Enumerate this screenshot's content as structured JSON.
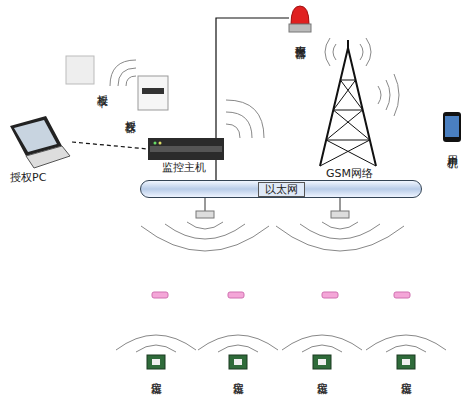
{
  "diagram": {
    "nodes": [
      {
        "text": [
          "授权卡"
        ]
      },
      {
        "text": [
          "授权器"
        ]
      },
      {
        "text": [
          "授权PC"
        ]
      },
      {
        "text": [
          "监控主机"
        ]
      },
      {
        "text": [
          "声光报警器"
        ]
      },
      {
        "text": [
          "GSM网络"
        ]
      },
      {
        "text": [
          "用户手机"
        ]
      },
      {
        "text": [
          "以太网"
        ]
      },
      {
        "text": [
          "定位器"
        ]
      },
      {
        "text": [
          "定位器"
        ]
      },
      {
        "text": [
          "定位器"
        ]
      },
      {
        "text": [
          "定位器"
        ]
      }
    ],
    "edges": [
      {
        "from": 2,
        "to": 3,
        "arrow": "none"
      },
      {
        "from": 3,
        "to": 4,
        "arrow": "none"
      },
      {
        "from": 3,
        "to": 7,
        "arrow": "none"
      }
    ]
  }
}
